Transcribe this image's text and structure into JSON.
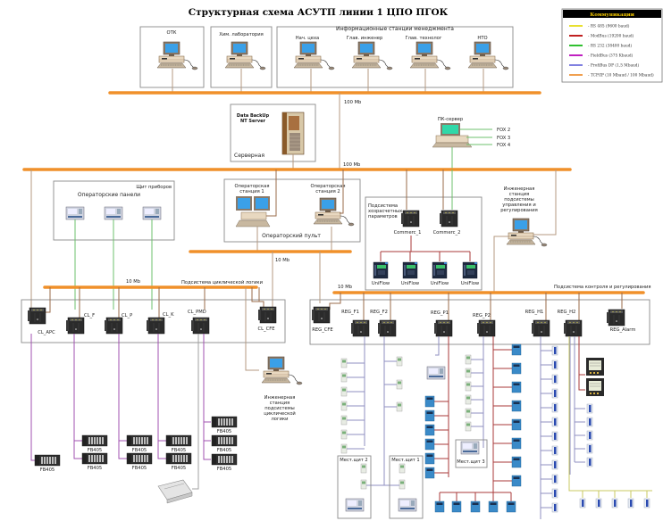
{
  "title": "Структурная схема АСУТП линии 1 ЦПО ПГОК",
  "legend": {
    "heading": "Коммуникации",
    "items": [
      {
        "label": "- RS 485 (9600 baud)",
        "color": "#e8e030"
      },
      {
        "label": "- ModBus (19200 baud)",
        "color": "#c02020"
      },
      {
        "label": "- RS 232 (38400 baud)",
        "color": "#30c030"
      },
      {
        "label": "- FieldBus (375 Kbaud)",
        "color": "#c020c0"
      },
      {
        "label": "- ProfiBus DP (1,5 Mbaud)",
        "color": "#8080e0"
      },
      {
        "label": "- TCP/IP (10 Mbaud / 100 Mbaud)",
        "color": "#f0a050"
      }
    ]
  },
  "top": {
    "otk": "ОТК",
    "lab": "Хим. лаборатория",
    "mgmt_title": "Информационные станции менеджмента",
    "mgmt_stations": [
      "Нач. цеха",
      "Глав. инженер",
      "Глав. технолог",
      "НТО"
    ]
  },
  "network": {
    "speed_100_top": "100 Mb",
    "speed_100_bottom": "100 Mb",
    "speed_10_mid": "10 Mb",
    "speed_10_left": "10 Mb",
    "speed_10_right": "10 Mb"
  },
  "server": {
    "name_line1": "Data BackUp",
    "name_line2": "NT Server",
    "room": "Серверная"
  },
  "pc_server": {
    "label": "ПК-сервер",
    "ports": [
      "FOX 2",
      "FOX 3",
      "FOX 4"
    ]
  },
  "panels": {
    "box_label": "Щит приборов",
    "title": "Операторские панели"
  },
  "operator": {
    "station1": [
      "Операторская",
      "станция 1"
    ],
    "station2": [
      "Операторская",
      "станция 2"
    ],
    "desk": "Операторский пульт"
  },
  "accounting": {
    "title": [
      "Подсистема",
      "хозрасчетных",
      "параметров"
    ],
    "controllers": [
      "Commerc_1",
      "Commerc_2"
    ],
    "meters": [
      "UniFlow",
      "UniFlow",
      "UniFlow",
      "UniFlow"
    ]
  },
  "eng_control": {
    "label": [
      "Инженерная",
      "станция",
      "подсистемы",
      "управления и",
      "регулирования"
    ]
  },
  "cyclic": {
    "title": "Подсистема циклической логики",
    "controllers": [
      "CL_APC",
      "CL_F",
      "CL_P",
      "CL_K",
      "CL_PMD",
      "CL_CFE"
    ],
    "io_label": "FB405",
    "eng_label": [
      "Инженерная",
      "станция",
      "подсистемы",
      "циклической",
      "логики"
    ]
  },
  "control": {
    "title": "Подсистема контроля и регулирования",
    "controllers": [
      "REG_CFE",
      "REG_F1",
      "REG_F2",
      "REG_P1",
      "REG_P2",
      "REG_H1",
      "REG_H2",
      "REG_Alarm"
    ],
    "local_panels": [
      "Мест.щит 2",
      "Мест.щит 1",
      "Мест.щит 3"
    ]
  }
}
